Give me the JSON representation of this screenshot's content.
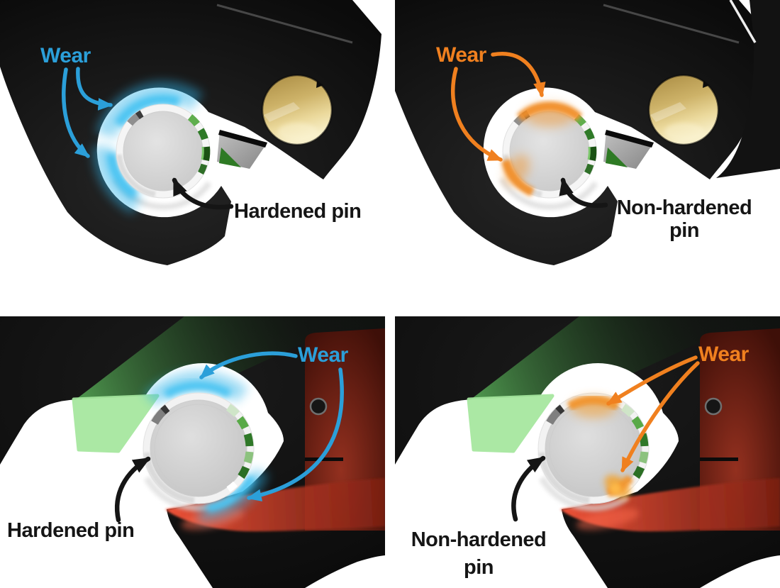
{
  "figure": {
    "background": "#ffffff",
    "grid": {
      "rows": 2,
      "cols": 2
    },
    "description": "Comparison of wear on hardened vs non-hardened pins in a coupler, front and side views"
  },
  "colors": {
    "hardened_accent": "#2B9FD9",
    "non_hardened_accent": "#F0801F",
    "label_text": "#151515",
    "body_black": "#111111",
    "gold_bushing": "#D9BE74",
    "pin_gray": "#D2D2D2",
    "green_glow": "#4E9D4E",
    "light_green": "#A5E79E",
    "red_beam": "#E8452F",
    "blue_glow": "#45C2F2",
    "orange_wear": "#F2952E"
  },
  "panels": [
    {
      "id": "top-left",
      "row": 0,
      "col": 0,
      "view": "front",
      "pin_type": "hardened",
      "wear_label": "Wear",
      "wear_color": "#2B9FD9",
      "pin_label_lines": [
        "Hardened pin"
      ],
      "wear_arrow_count": 2
    },
    {
      "id": "top-right",
      "row": 0,
      "col": 1,
      "view": "front",
      "pin_type": "non-hardened",
      "wear_label": "Wear",
      "wear_color": "#F0801F",
      "pin_label_lines": [
        "Non-hardened",
        "pin"
      ],
      "wear_arrow_count": 2
    },
    {
      "id": "bottom-left",
      "row": 1,
      "col": 0,
      "view": "side",
      "pin_type": "hardened",
      "wear_label": "Wear",
      "wear_color": "#2B9FD9",
      "pin_label_lines": [
        "Hardened pin"
      ],
      "wear_arrow_count": 2
    },
    {
      "id": "bottom-right",
      "row": 1,
      "col": 1,
      "view": "side",
      "pin_type": "non-hardened",
      "wear_label": "Wear",
      "wear_color": "#F0801F",
      "pin_label_lines": [
        "Non-hardened",
        "pin"
      ],
      "wear_arrow_count": 2
    }
  ]
}
